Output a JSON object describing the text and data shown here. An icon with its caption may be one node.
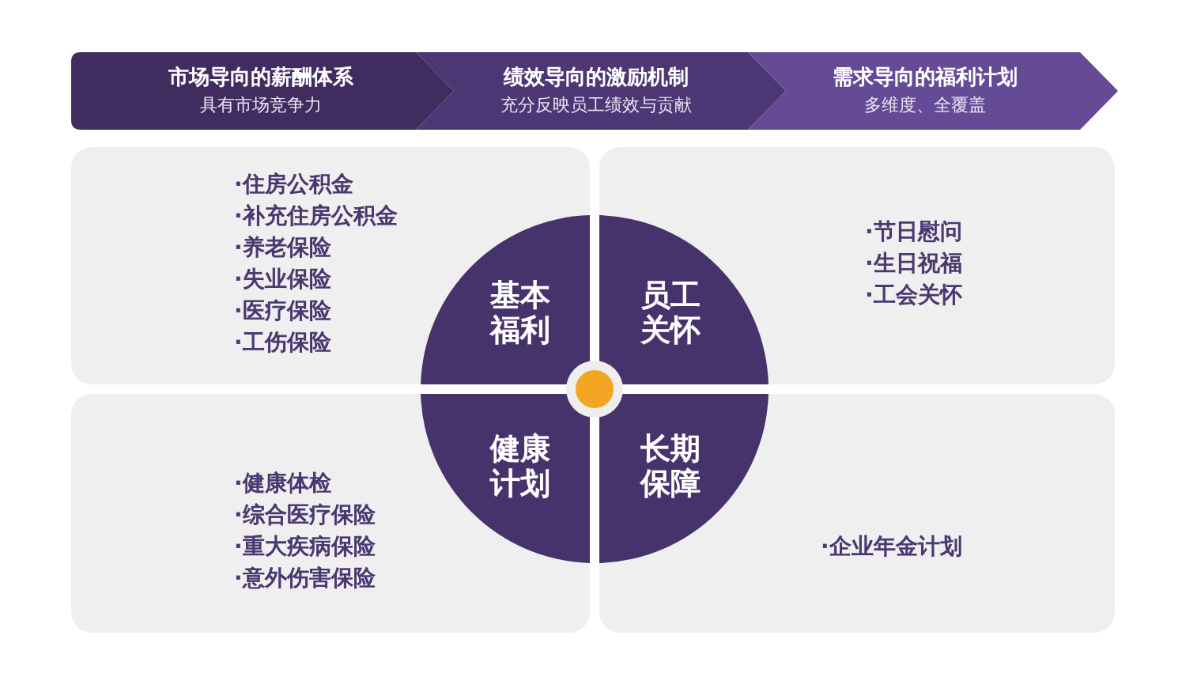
{
  "diagram": {
    "nodes": [
      {
        "text": [
          "市场导向的薪酬体系",
          "具有市场竞争力"
        ]
      },
      {
        "text": [
          "绩效导向的激励机制",
          "充分反映员工绩效与贡献"
        ]
      },
      {
        "text": [
          "需求导向的福利计划",
          "多维度、全覆盖"
        ]
      },
      {
        "text": [
          "·住房公积金",
          "·补充住房公积金",
          "·养老保险",
          "·失业保险",
          "·医疗保险",
          "·工伤保险"
        ]
      },
      {
        "text": [
          "基本福利"
        ],
        "in": 3
      },
      {
        "text": [
          "·节日慰问",
          "·生日祝福",
          "·工会关怀"
        ]
      },
      {
        "text": [
          "员工关怀"
        ],
        "in": 5
      },
      {
        "text": [
          "·健康体检",
          "·综合医疗保险",
          "·重大疾病保险",
          "·意外伤害保险"
        ]
      },
      {
        "text": [
          "健康计划"
        ],
        "in": 7
      },
      {
        "text": [
          "·企业年金计划"
        ]
      },
      {
        "text": [
          "长期保障"
        ],
        "in": 9
      }
    ]
  }
}
